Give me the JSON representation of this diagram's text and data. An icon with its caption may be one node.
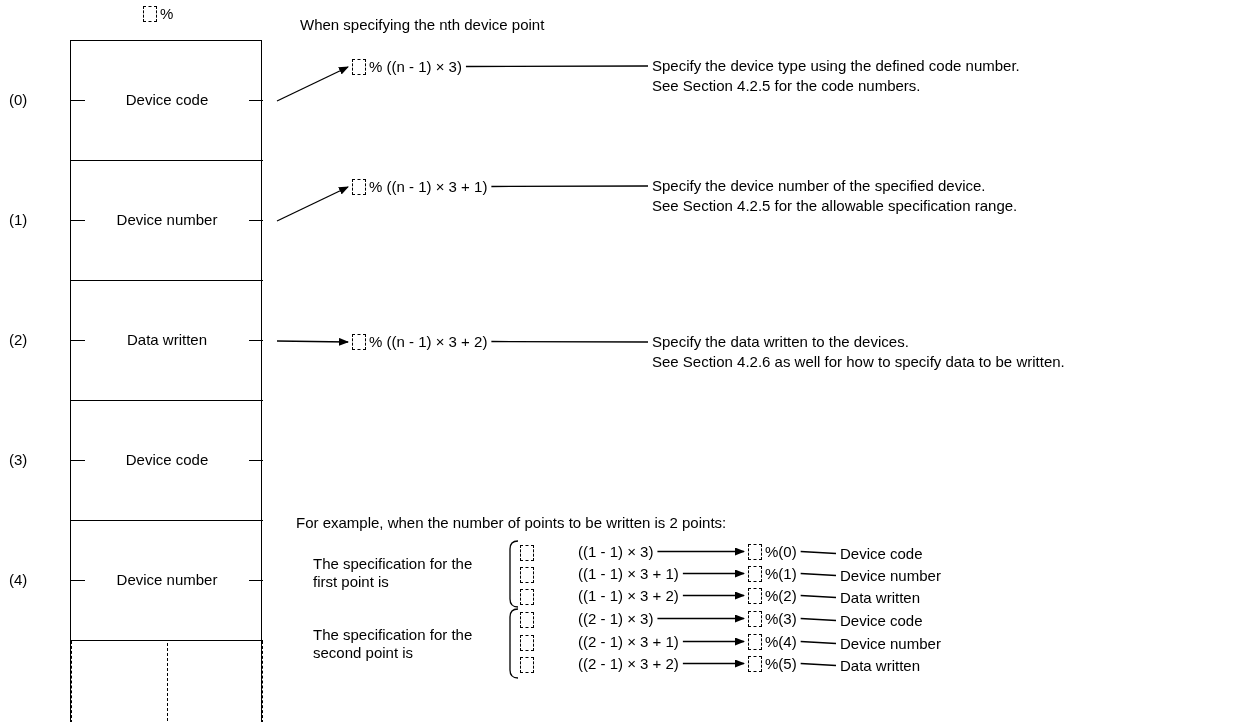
{
  "diagram": {
    "nodes": [
      {
        "text": [
          "%"
        ]
      },
      {
        "text": [
          "Device code"
        ],
        "in": 0,
        "beside": [
          "(0)"
        ]
      },
      {
        "text": [
          "Device number"
        ],
        "in": 0,
        "beside": [
          "(1)"
        ]
      },
      {
        "text": [
          "Data written"
        ],
        "in": 0,
        "beside": [
          "(2)"
        ]
      },
      {
        "text": [
          "Device code"
        ],
        "in": 0,
        "beside": [
          "(3)"
        ]
      },
      {
        "text": [
          "Device number"
        ],
        "in": 0,
        "beside": [
          "(4)"
        ]
      },
      {
        "text": [],
        "shape": "box",
        "in": 0
      },
      {
        "text": [
          "% ((n - 1) × 3)"
        ]
      },
      {
        "text": [
          "% ((n - 1) × 3 + 1)"
        ]
      },
      {
        "text": [
          "% ((n - 1) × 3 + 2)"
        ]
      },
      {
        "text": [
          "Specify the device type using the defined code number.",
          "See Section 4.2.5 for the code numbers."
        ]
      },
      {
        "text": [
          "Specify the device number of the specified device.",
          "See Section 4.2.5 for the allowable specification range."
        ]
      },
      {
        "text": [
          "Specify the data written to the devices.",
          "See Section 4.2.6 as well for how to specify data to be written."
        ]
      },
      {
        "text": [
          "((1 - 1) × 3)"
        ]
      },
      {
        "text": [
          "%(0)"
        ]
      },
      {
        "text": [
          "Device code"
        ]
      },
      {
        "text": [
          "((1 - 1) × 3 + 1)"
        ]
      },
      {
        "text": [
          "%(1)"
        ]
      },
      {
        "text": [
          "Device number"
        ]
      },
      {
        "text": [
          "((1 - 1) × 3 + 2)"
        ]
      },
      {
        "text": [
          "%(2)"
        ]
      },
      {
        "text": [
          "Data written"
        ]
      },
      {
        "text": [
          "((2 - 1) × 3)"
        ]
      },
      {
        "text": [
          "%(3)"
        ]
      },
      {
        "text": [
          "Device code"
        ]
      },
      {
        "text": [
          "((2 - 1) × 3 + 1)"
        ]
      },
      {
        "text": [
          "%(4)"
        ]
      },
      {
        "text": [
          "Device number"
        ]
      },
      {
        "text": [
          "((2 - 1) × 3 + 2)"
        ]
      },
      {
        "text": [
          "%(5)"
        ]
      },
      {
        "text": [
          "Data written"
        ]
      }
    ],
    "edges": [
      {
        "from": 1,
        "to": 7,
        "arrow": "to"
      },
      {
        "from": 2,
        "to": 8,
        "arrow": "to"
      },
      {
        "from": 3,
        "to": 9,
        "arrow": "to"
      },
      {
        "from": 7,
        "to": 10,
        "arrow": "none"
      },
      {
        "from": 8,
        "to": 11,
        "arrow": "none"
      },
      {
        "from": 9,
        "to": 12,
        "arrow": "none"
      },
      {
        "from": 13,
        "to": 14,
        "arrow": "to"
      },
      {
        "from": 14,
        "to": 15,
        "arrow": "none"
      },
      {
        "from": 16,
        "to": 17,
        "arrow": "to"
      },
      {
        "from": 17,
        "to": 18,
        "arrow": "none"
      },
      {
        "from": 19,
        "to": 20,
        "arrow": "to"
      },
      {
        "from": 20,
        "to": 21,
        "arrow": "none"
      },
      {
        "from": 22,
        "to": 23,
        "arrow": "to"
      },
      {
        "from": 23,
        "to": 24,
        "arrow": "none"
      },
      {
        "from": 25,
        "to": 26,
        "arrow": "to"
      },
      {
        "from": 26,
        "to": 27,
        "arrow": "none"
      },
      {
        "from": 28,
        "to": 29,
        "arrow": "to"
      },
      {
        "from": 29,
        "to": 30,
        "arrow": "none"
      }
    ],
    "labels": [
      "When specifying the nth device point",
      "For example, when the number of points to be written is 2 points:",
      "The specification for the first point is",
      "The specification for the second point is"
    ]
  }
}
